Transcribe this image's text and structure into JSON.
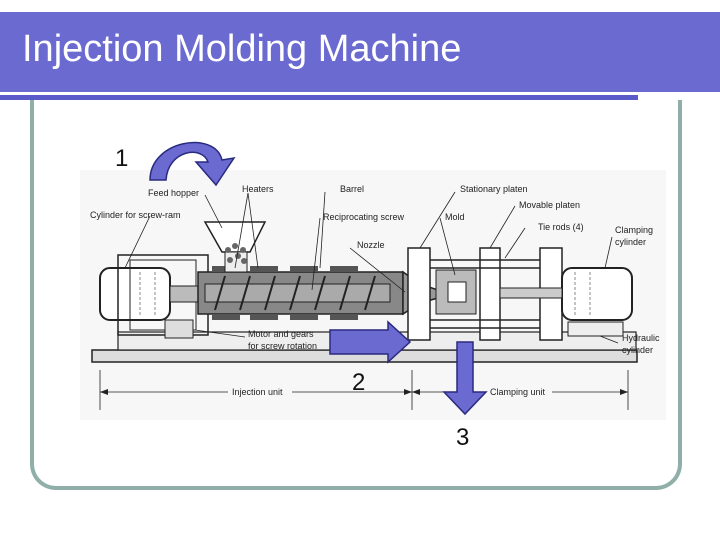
{
  "title": "Injection Molding Machine",
  "steps": [
    "1",
    "2",
    "3"
  ],
  "labels": {
    "feed_hopper": "Feed hopper",
    "heaters": "Heaters",
    "barrel": "Barrel",
    "stationary_platen": "Stationary platen",
    "movable_platen": "Movable platen",
    "cylinder_screw_ram": "Cylinder for screw-ram",
    "reciprocating_screw": "Reciprocating screw",
    "mold": "Mold",
    "tie_rods": "Tie rods (4)",
    "clamping_cylinder_1": "Clamping",
    "clamping_cylinder_2": "cylinder",
    "nozzle": "Nozzle",
    "motor_gears_1": "Motor and gears",
    "motor_gears_2": "for screw rotation",
    "hydraulic_cylinder_1": "Hydraulic",
    "hydraulic_cylinder_2": "cylinder",
    "injection_unit": "Injection unit",
    "clamping_unit": "Clamping unit"
  },
  "colors": {
    "title_bar": "#6a6ad0",
    "accent_rule": "#5a5ac8",
    "frame": "#8fafa8",
    "arrow_fill": "#6a6ad0"
  }
}
